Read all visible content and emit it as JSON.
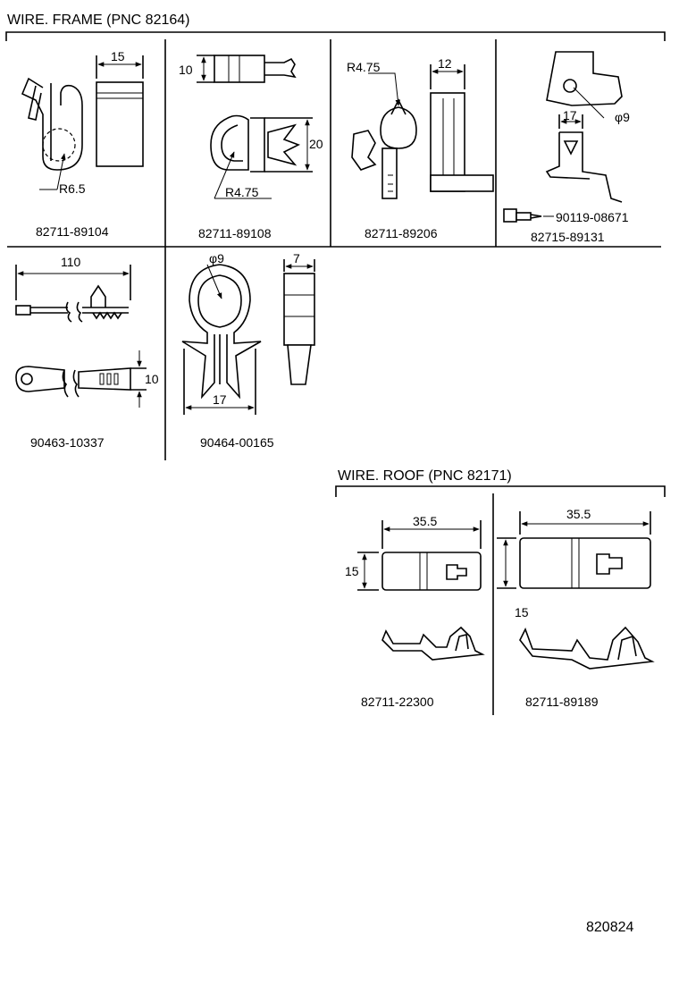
{
  "sections": [
    {
      "title": "WIRE.  FRAME (PNC  82164)"
    },
    {
      "title": "WIRE.  ROOF (PNC  82171)"
    }
  ],
  "parts": [
    {
      "part_number": "82711-89104",
      "dims": [
        "15",
        "R6.5"
      ]
    },
    {
      "part_number": "82711-89108",
      "dims": [
        "10",
        "20",
        "R4.75"
      ]
    },
    {
      "part_number": "82711-89206",
      "dims": [
        "R4.75",
        "12"
      ]
    },
    {
      "part_number": "82715-89131",
      "dims": [
        "17",
        "φ9"
      ],
      "bolt_part_number": "90119-08671"
    },
    {
      "part_number": "90463-10337",
      "dims": [
        "110",
        "10"
      ]
    },
    {
      "part_number": "90464-00165",
      "dims": [
        "φ9",
        "7",
        "17"
      ]
    },
    {
      "part_number": "82711-22300",
      "dims": [
        "35.5",
        "15"
      ]
    },
    {
      "part_number": "82711-89189",
      "dims": [
        "35.5",
        "15"
      ]
    }
  ],
  "diagram_id": "820824"
}
